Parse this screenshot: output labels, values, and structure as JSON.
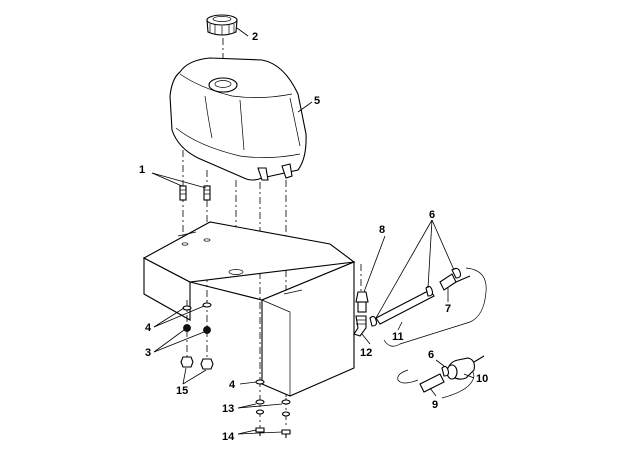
{
  "callouts": [
    {
      "id": "c1",
      "text": "1"
    },
    {
      "id": "c2",
      "text": "2"
    },
    {
      "id": "c3",
      "text": "3"
    },
    {
      "id": "c4a",
      "text": "4"
    },
    {
      "id": "c4b",
      "text": "4"
    },
    {
      "id": "c5",
      "text": "5"
    },
    {
      "id": "c6a",
      "text": "6"
    },
    {
      "id": "c6b",
      "text": "6"
    },
    {
      "id": "c7",
      "text": "7"
    },
    {
      "id": "c8",
      "text": "8"
    },
    {
      "id": "c9",
      "text": "9"
    },
    {
      "id": "c10",
      "text": "10"
    },
    {
      "id": "c11",
      "text": "11"
    },
    {
      "id": "c12",
      "text": "12"
    },
    {
      "id": "c13",
      "text": "13"
    },
    {
      "id": "c14",
      "text": "14"
    },
    {
      "id": "c15",
      "text": "15"
    }
  ]
}
